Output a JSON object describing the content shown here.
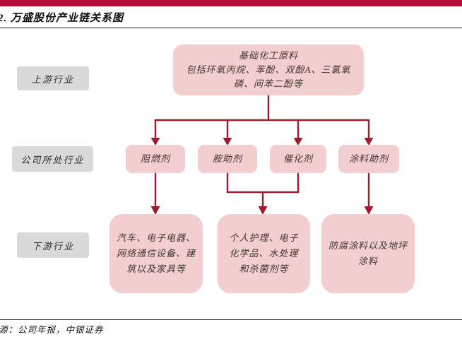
{
  "header": {
    "title": "2. 万盛股份产业链关系图"
  },
  "footer": {
    "source": "源：公司年报，中银证券"
  },
  "colors": {
    "accent_bar": "#b50d3c",
    "connector_arrow": "#9f1a2c",
    "node_fill": "#f2cece",
    "stage_label_fill": "#d9d9d9",
    "node_text": "#3f3330",
    "rule_line": "#1f1f1f"
  },
  "diagram": {
    "stages": [
      "上游行业",
      "公司所处行业",
      "下游行业"
    ],
    "top_box": {
      "line1": "基础化工原料",
      "line2": "包括环氧丙烷、苯酚、双酚A、三氯氧磷、间苯二酚等"
    },
    "midstream": [
      "阻燃剂",
      "胺助剂",
      "催化剂",
      "涂料助剂"
    ],
    "downstream": [
      "汽车、电子电器、网络通信设备、建筑以及家具等",
      "个人护理、电子化学品、水处理和杀菌剂等",
      "防腐涂料以及地坪涂料"
    ]
  }
}
